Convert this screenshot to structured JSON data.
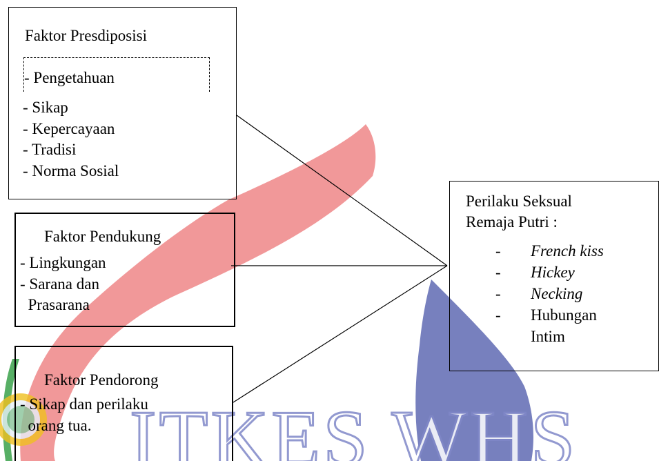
{
  "watermark": {
    "text": "ITKES WHS",
    "colors": {
      "red": "#e8585a",
      "blue": "#4a55a8",
      "green": "#3aa14a",
      "yellow": "#f0c020"
    }
  },
  "boxes": {
    "predisposisi": {
      "title": "Faktor Presdiposisi",
      "items": [
        "- Pengetahuan",
        "- Sikap",
        "- Kepercayaan",
        "- Tradisi",
        "- Norma Sosial"
      ]
    },
    "pendukung": {
      "title": "Faktor Pendukung",
      "items": [
        "- Lingkungan",
        "- Sarana dan",
        "  Prasarana"
      ]
    },
    "pendorong": {
      "title": "Faktor Pendorong",
      "items": [
        "- Sikap dan perilaku",
        "  orang tua."
      ]
    },
    "perilaku": {
      "title_line1": "Perilaku Seksual",
      "title_line2": "Remaja Putri :",
      "items": [
        {
          "dash": "-",
          "text": "French kiss"
        },
        {
          "dash": "-",
          "text": "Hickey"
        },
        {
          "dash": "-",
          "text": "Necking"
        },
        {
          "dash": "-",
          "text": "Hubungan"
        },
        {
          "dash": "",
          "text": "Intim"
        }
      ]
    }
  }
}
